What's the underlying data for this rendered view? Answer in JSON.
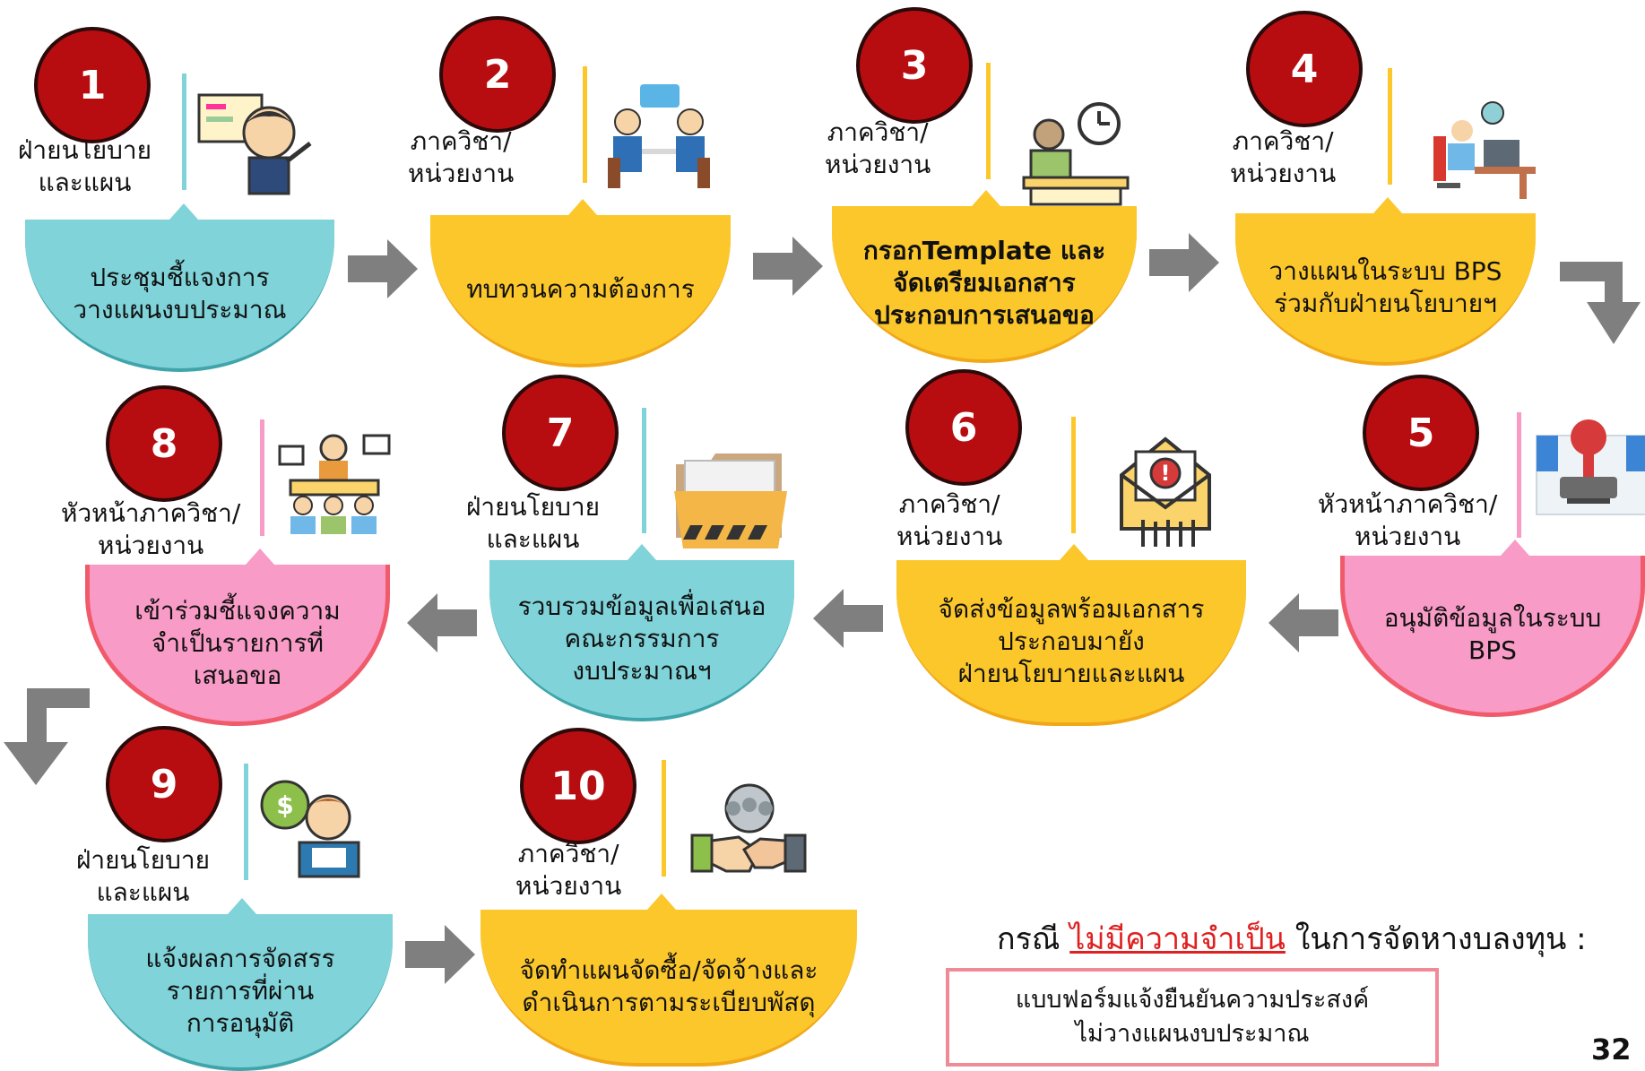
{
  "colors": {
    "teal": "#7fd3d9",
    "yellow": "#fcc72b",
    "pink": "#f89bc6",
    "red": "#b80d10",
    "arrow": "#7f7f7f",
    "form_border": "#f08a96"
  },
  "steps": [
    {
      "num": "1",
      "responsible": [
        "ฝ่ายนโยบาย",
        "และแผน"
      ],
      "task": [
        "ประชุมชี้แจงการ",
        "วางแผนงบประมาณ"
      ],
      "color": "teal",
      "icon": "presenter-icon"
    },
    {
      "num": "2",
      "responsible": [
        "ภาควิชา/",
        "หน่วยงาน"
      ],
      "task": [
        "ทบทวนความต้องการ"
      ],
      "color": "yellow",
      "icon": "meeting-icon"
    },
    {
      "num": "3",
      "responsible": [
        "ภาควิชา/",
        "หน่วยงาน"
      ],
      "task": [
        "กรอกTemplate และ",
        "จัดเตรียมเอกสาร",
        "ประกอบการเสนอขอ"
      ],
      "color": "yellow",
      "icon": "office-worker-clock-icon"
    },
    {
      "num": "4",
      "responsible": [
        "ภาควิชา/",
        "หน่วยงาน"
      ],
      "task": [
        "วางแผนในระบบ BPS",
        "ร่วมกับฝ่ายนโยบายฯ"
      ],
      "color": "yellow",
      "icon": "computer-user-icon"
    },
    {
      "num": "5",
      "responsible": [
        "หัวหน้าภาควิชา/",
        "หน่วยงาน"
      ],
      "task": [
        "อนุมัติข้อมูลในระบบ",
        "BPS"
      ],
      "color": "pink",
      "icon": "stamp-icon"
    },
    {
      "num": "6",
      "responsible": [
        "ภาควิชา/",
        "หน่วยงาน"
      ],
      "task": [
        "จัดส่งข้อมูลพร้อมเอกสาร",
        "ประกอบมายัง",
        "ฝ่ายนโยบายและแผน"
      ],
      "color": "yellow",
      "icon": "alert-envelope-icon"
    },
    {
      "num": "7",
      "responsible": [
        "ฝ่ายนโยบาย",
        "และแผน"
      ],
      "task": [
        "รวบรวมข้อมูลเพื่อเสนอ",
        "คณะกรรมการ",
        "งบประมาณฯ"
      ],
      "color": "teal",
      "icon": "folder-icon"
    },
    {
      "num": "8",
      "responsible": [
        "หัวหน้าภาควิชา/",
        "หน่วยงาน"
      ],
      "task": [
        "เข้าร่วมชี้แจงความ",
        "จำเป็นรายการที่",
        "เสนอขอ"
      ],
      "color": "pink",
      "icon": "presentation-audience-icon"
    },
    {
      "num": "9",
      "responsible": [
        "ฝ่ายนโยบาย",
        "และแผน"
      ],
      "task": [
        "แจ้งผลการจัดสรร",
        "รายการที่ผ่าน",
        "การอนุมัติ"
      ],
      "color": "teal",
      "icon": "money-bag-person-icon"
    },
    {
      "num": "10",
      "responsible": [
        "ภาควิชา/",
        "หน่วยงาน"
      ],
      "task": [
        "จัดทำแผนจัดซื้อ/จัดจ้างและ",
        "ดำเนินการตามระเบียบพัสดุ"
      ],
      "color": "yellow",
      "icon": "handshake-icon"
    }
  ],
  "note": {
    "prefix": "กรณี ",
    "highlight": "ไม่มีความจำเป็น",
    "suffix": " ในการจัดหางบลงทุน :"
  },
  "form_box": [
    "แบบฟอร์มแจ้งยืนยันความประสงค์",
    "ไม่วางแผนงบประมาณ"
  ],
  "page_number": "32"
}
